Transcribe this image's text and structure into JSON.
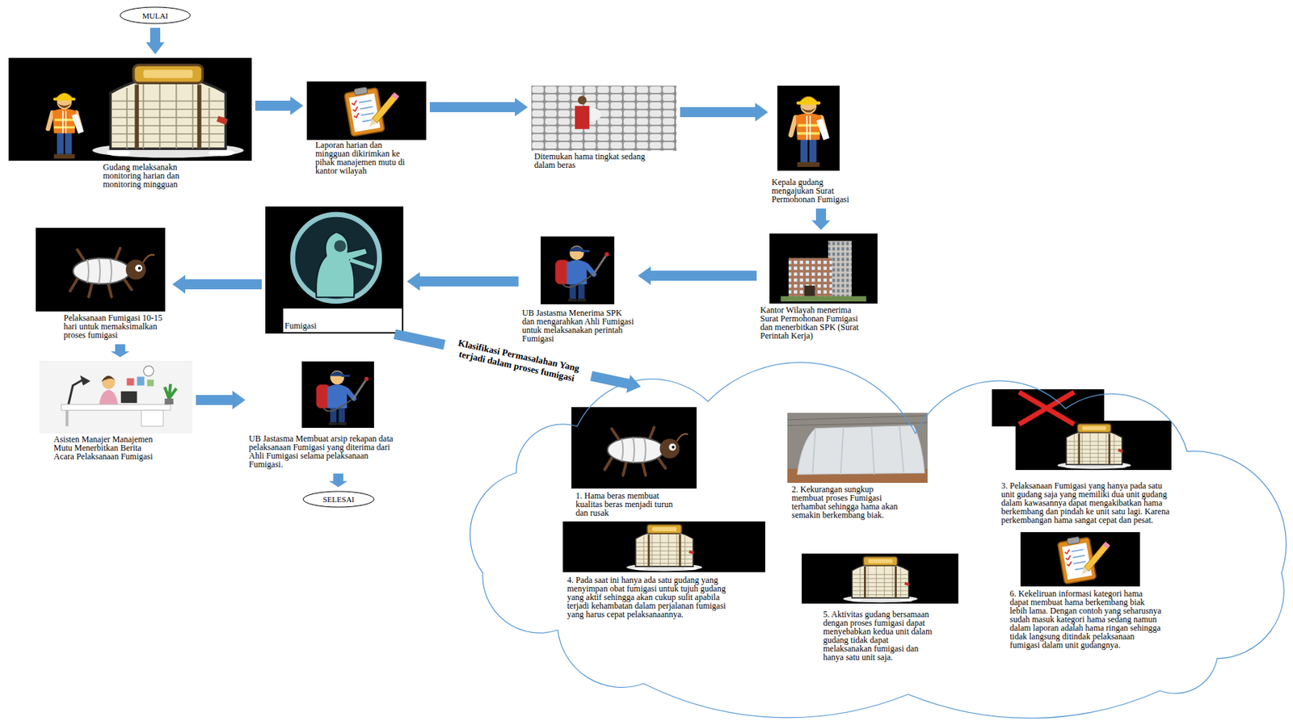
{
  "diagram": {
    "nodes": [
      {
        "text": [
          "MULAI"
        ]
      },
      {
        "text": [
          "Gudang melaksanakn monitoring harian dan monitoring mingguan"
        ]
      },
      {
        "text": [
          "Laporan harian dan mingguan dikirimkan ke pihak manajemen mutu di kantor wilayah"
        ]
      },
      {
        "text": [
          "Ditemukan hama tingkat sedang dalam beras"
        ]
      },
      {
        "text": [
          "Kepala gudang mengajukan Surat Permohonan Fumigasi"
        ]
      },
      {
        "text": [
          "Kantor Wilayah menerima Surat Permohonan Fumigasi dan menerbitkan SPK (Surat Perintah Kerja)"
        ]
      },
      {
        "text": [
          "UB Jastasma Menerima SPK dan mengarahkan Ahli Fumigasi untuk melaksanakan perintah Fumigasi"
        ]
      },
      {
        "text": [
          "Fumigasi"
        ]
      },
      {
        "text": [
          "Pelaksanaan Fumigasi 10-15 hari untuk memaksimalkan proses fumigasi"
        ]
      },
      {
        "text": [
          "Asisten Manajer Manajemen Mutu Menerbitkan Berita Acara Pelaksanaan Fumigasi"
        ]
      },
      {
        "text": [
          "UB Jastasma Membuat arsip rekapan data pelaksanaan Fumigasi yang diterima dari Ahli Fumigasi selama pelaksanaan Fumigasi."
        ]
      },
      {
        "text": [
          "SELESAI"
        ]
      },
      {
        "text": []
      },
      {
        "text": [
          "1. Hama beras membuat kualitas beras menjadi turun dan rusak"
        ],
        "in": 12
      },
      {
        "text": [
          "2. Kekurangan sungkup membuat proses Fumigasi terhambat sehingga hama akan semakin berkembang biak."
        ],
        "in": 12
      },
      {
        "text": [
          "3. Pelaksanaan Fumigasi yang hanya pada satu unit gudang saja yang memiliki dua unit gudang dalam kawasannya dapat mengakibatkan hama berkembang dan pindah ke unit satu lagi. Karena perkembangan hama sangat cepat dan pesat."
        ],
        "in": 12
      },
      {
        "text": [
          "4. Pada saat ini hanya ada satu gudang yang menyimpan obat fumigasi untuk tujuh gudang yang aktif sehingga akan cukup sulit apabila terjadi kehambatan dalam perjalanan fumigasi yang harus cepat pelaksanaannya."
        ],
        "in": 12
      },
      {
        "text": [
          "5. Aktivitas gudang bersamaan dengan proses fumigasi dapat menyebabkan kedua unit dalam gudang tidak dapat melaksanakan fumigasi dan hanya satu unit saja."
        ],
        "in": 12
      },
      {
        "text": [
          "6. Kekeliruan informasi kategori hama dapat membuat hama berkembang biak lebih lama. Dengan contoh yang seharusnya sudah masuk kategori hama sedang namun dalam laporan adalah hama ringan sehingga tidak langsung ditindak pelaksanaan fumigasi dalam unit gudangnya."
        ],
        "in": 12
      }
    ],
    "edges": [
      {
        "from": 0,
        "to": 1,
        "arrow": "to"
      },
      {
        "from": 1,
        "to": 2,
        "arrow": "to"
      },
      {
        "from": 2,
        "to": 3,
        "arrow": "to"
      },
      {
        "from": 3,
        "to": 4,
        "arrow": "to"
      },
      {
        "from": 4,
        "to": 5,
        "arrow": "to"
      },
      {
        "from": 5,
        "to": 6,
        "arrow": "to"
      },
      {
        "from": 6,
        "to": 7,
        "arrow": "to"
      },
      {
        "from": 7,
        "to": 8,
        "arrow": "to"
      },
      {
        "from": 8,
        "to": 9,
        "arrow": "to"
      },
      {
        "from": 9,
        "to": 10,
        "arrow": "to"
      },
      {
        "from": 10,
        "to": 11,
        "arrow": "to"
      },
      {
        "from": 7,
        "to": 12,
        "label": "Klasifikasi Permasalahan Yang terjadi dalam proses fumigasi",
        "arrow": "to"
      }
    ]
  }
}
